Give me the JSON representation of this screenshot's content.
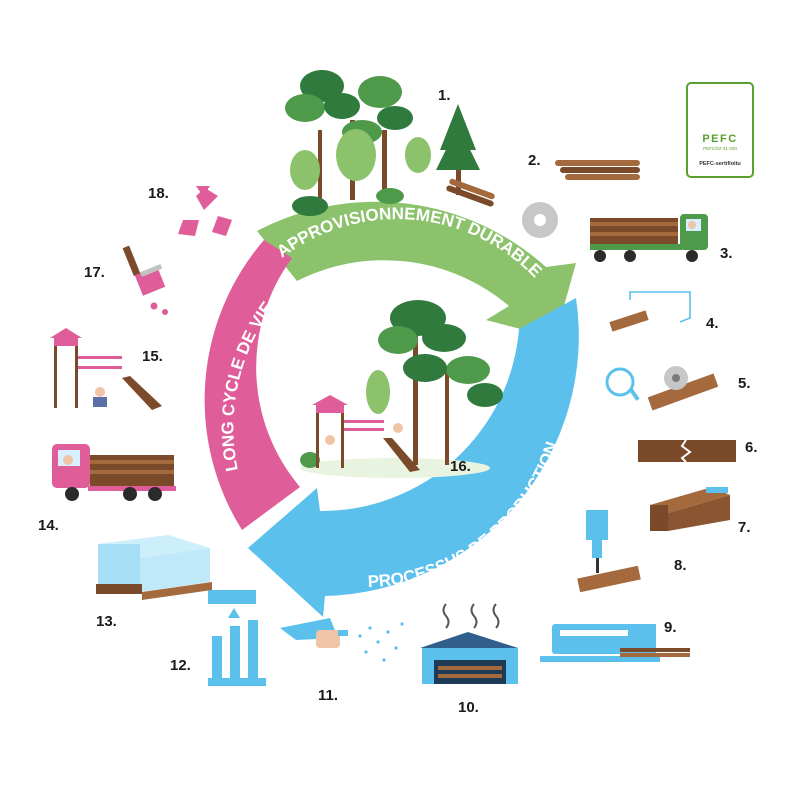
{
  "cycle": {
    "sections": [
      {
        "label": "APPROVISIONNEMENT DURABLE",
        "color": "#8cc26b"
      },
      {
        "label": "PROCESSUS DE PRODUCTION",
        "color": "#5bc0ec"
      },
      {
        "label": "LONG CYCLE DE VIE",
        "color": "#df5d98"
      }
    ]
  },
  "steps": [
    "1.",
    "2.",
    "3.",
    "4.",
    "5.",
    "6.",
    "7.",
    "8.",
    "9.",
    "10.",
    "11.",
    "12.",
    "13.",
    "14.",
    "15.",
    "16.",
    "17.",
    "18."
  ],
  "steps_icons": {
    "1": "forest-icon",
    "2": "log-stack-icon",
    "3": "logging-truck-icon",
    "4": "timber-drying-icon",
    "5": "sawing-icon",
    "6": "finger-joint-icon",
    "7": "glued-beam-icon",
    "8": "drilling-icon",
    "9": "machining-line-icon",
    "10": "warehouse-icon",
    "11": "impregnation-spray-icon",
    "12": "post-assembly-icon",
    "13": "packaged-pallet-icon",
    "14": "delivery-truck-icon",
    "15": "playground-icon",
    "16": "playground-in-nature-icon",
    "17": "paint-brush-icon",
    "18": "recycle-icon"
  },
  "certification": {
    "brand": "PEFC",
    "code": "PEFC/02-31-200",
    "caption": "PEFC-sertifioitu",
    "color": "#5aa02c"
  },
  "colors": {
    "wood": "#7a4a2a",
    "wood_light": "#a46a3e",
    "tree_dark": "#2f7a3c",
    "tree_mid": "#4f9a4a",
    "tree_light": "#8cc26b",
    "blue": "#5bc0ec",
    "pink": "#df5d98"
  }
}
